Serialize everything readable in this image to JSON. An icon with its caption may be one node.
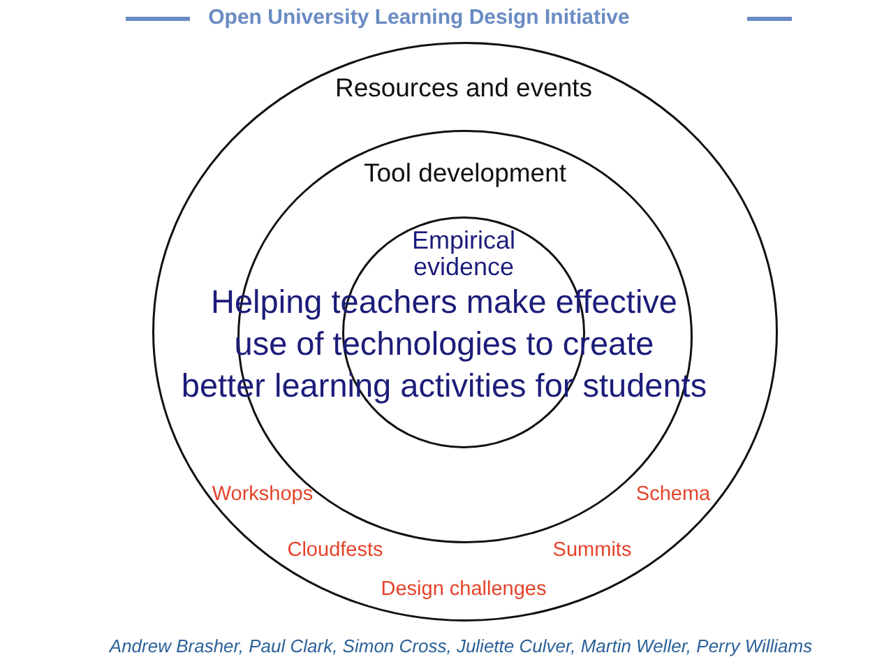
{
  "diagram": {
    "title": "Open University Learning Design Initiative",
    "caption": "Andrew Brasher, Paul Clark, Simon Cross, Juliette Culver, Martin Weller, Perry Williams",
    "nodes": [
      {
        "text": [
          "Resources and events",
          "Workshops",
          "Schema",
          "Cloudfests",
          "Summits",
          "Design challenges"
        ]
      },
      {
        "text": [
          "Tool development"
        ],
        "in": 0
      },
      {
        "text": [
          "Empirical evidence"
        ],
        "in": 1
      }
    ],
    "labels": [
      "Helping teachers make effective use of technologies to create better learning activities for students"
    ]
  }
}
